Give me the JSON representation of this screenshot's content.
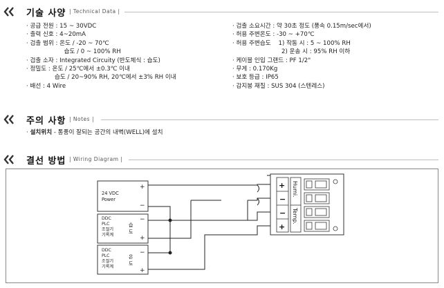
{
  "sections": {
    "spec": {
      "title": "기술 사양",
      "subtitle": "| Technical Data |"
    },
    "notes": {
      "title": "주의 사항",
      "subtitle": "| Notes |"
    },
    "wiring": {
      "title": "결선 방법",
      "subtitle": "| Wiring Diagram |"
    }
  },
  "spec_left": [
    "· 공급 전원 : 15 ~ 30VDC",
    "· 출력 신호 : 4~20mA",
    "· 검출   범위 : 온도 / -20 ~ 70℃",
    "                    습도 / 0 ~ 100% RH",
    "· 검출  소자 : Integrated Circuity (반도체식 : 습도)",
    "· 정밀도 : 온도 /  25℃에서 ±0.3℃ 이내",
    "               습도 / 20~90% RH, 20℃에서 ±3% RH 이내",
    "· 배선 : 4 Wire"
  ],
  "spec_right": [
    "· 검출 소요시간 : 약 30초 정도 (풍속 0.15m/sec에서)",
    "· 허용 주변온도 : -30 ~ +70℃",
    "· 허용 주변습도    1) 작동 시 : 5 ~ 100% RH",
    "                          2) 운송 시 : 95% RH 이하",
    "· 케이블 인입 그랜드 : PF 1/2\"",
    "· 무게 : 0.170Kg",
    "· 보호   등급 : IP65",
    "· 감지봉 재질 : SUS 304 (스텐레스)"
  ],
  "notes": {
    "label": "설치위치",
    "text": " - 통풍이 잘되는 공간의 내벽(WELL)에 설치"
  },
  "wiring": {
    "power": {
      "line1": "24 VDC",
      "line2": "Power",
      "plus": "+",
      "minus": "−"
    },
    "humidity_device": {
      "line1": "DDC",
      "line2": "PLC",
      "line3": "조절기",
      "line4": "기록계",
      "char1": "습",
      "char2": "도",
      "minus": "−",
      "plus": "+"
    },
    "temperature_device": {
      "line1": "DDC",
      "line2": "PLC",
      "line3": "조절기",
      "line4": "기록계",
      "char1": "온",
      "char2": "도",
      "minus": "−",
      "plus": "+"
    },
    "terminal": {
      "humi_label": "Humi.",
      "temp_label": "Temp.",
      "signs": [
        "+",
        "−",
        "−",
        "+"
      ]
    }
  }
}
